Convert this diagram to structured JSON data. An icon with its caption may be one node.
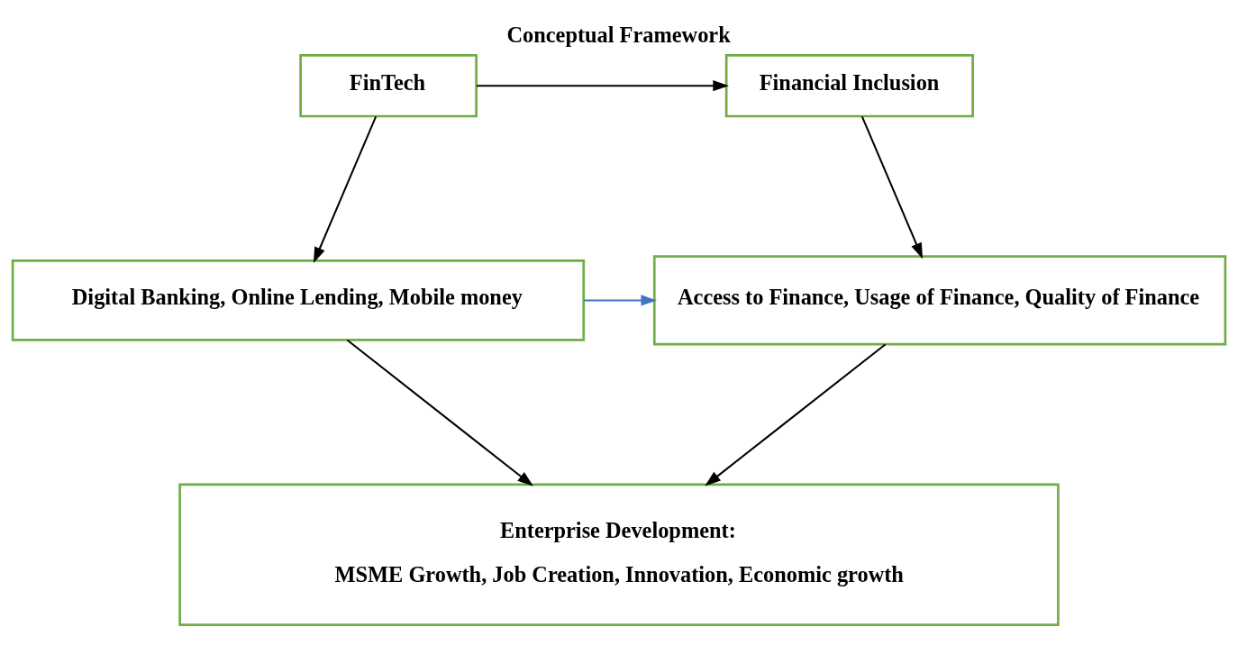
{
  "diagram": {
    "title": "Conceptual Framework",
    "nodes": [
      {
        "text": [
          "FinTech"
        ]
      },
      {
        "text": [
          "Financial Inclusion"
        ]
      },
      {
        "text": [
          "Digital Banking, Online Lending, Mobile money"
        ]
      },
      {
        "text": [
          "Access to Finance, Usage of Finance, Quality of Finance"
        ]
      },
      {
        "text": [
          "Enterprise Development:",
          "MSME Growth, Job Creation, Innovation, Economic growth"
        ]
      }
    ],
    "edges": [
      {
        "from": 0,
        "to": 1,
        "arrow": "to"
      },
      {
        "from": 0,
        "to": 2,
        "arrow": "to"
      },
      {
        "from": 1,
        "to": 3,
        "arrow": "to"
      },
      {
        "from": 2,
        "to": 3,
        "arrow": "to",
        "color": "#4472c4"
      },
      {
        "from": 2,
        "to": 4,
        "arrow": "to"
      },
      {
        "from": 3,
        "to": 4,
        "arrow": "to"
      }
    ]
  }
}
